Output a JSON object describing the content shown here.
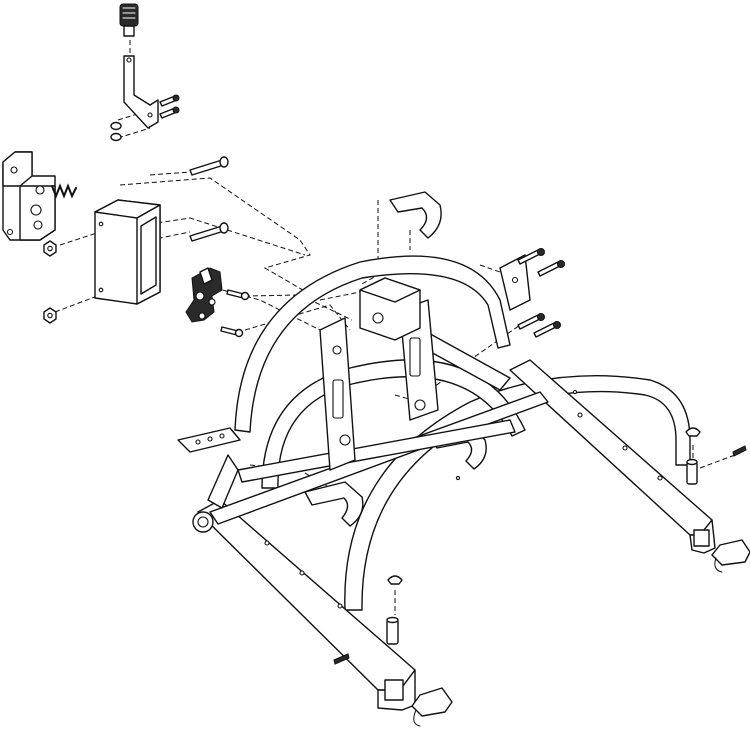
{
  "diagram": {
    "type": "exploded-assembly-line-drawing",
    "labels": [],
    "line_color": "#111111",
    "background": "#ffffff",
    "parts": [
      "locking-handle-lever",
      "handle-screws",
      "clamp-block",
      "compression-spring",
      "receiver-housing",
      "long-bolts",
      "split-clamp",
      "short-screws",
      "lock-nuts",
      "seat-clips",
      "main-frame",
      "mounting-screws",
      "leg-pins",
      "set-screws",
      "foot-caps"
    ]
  }
}
